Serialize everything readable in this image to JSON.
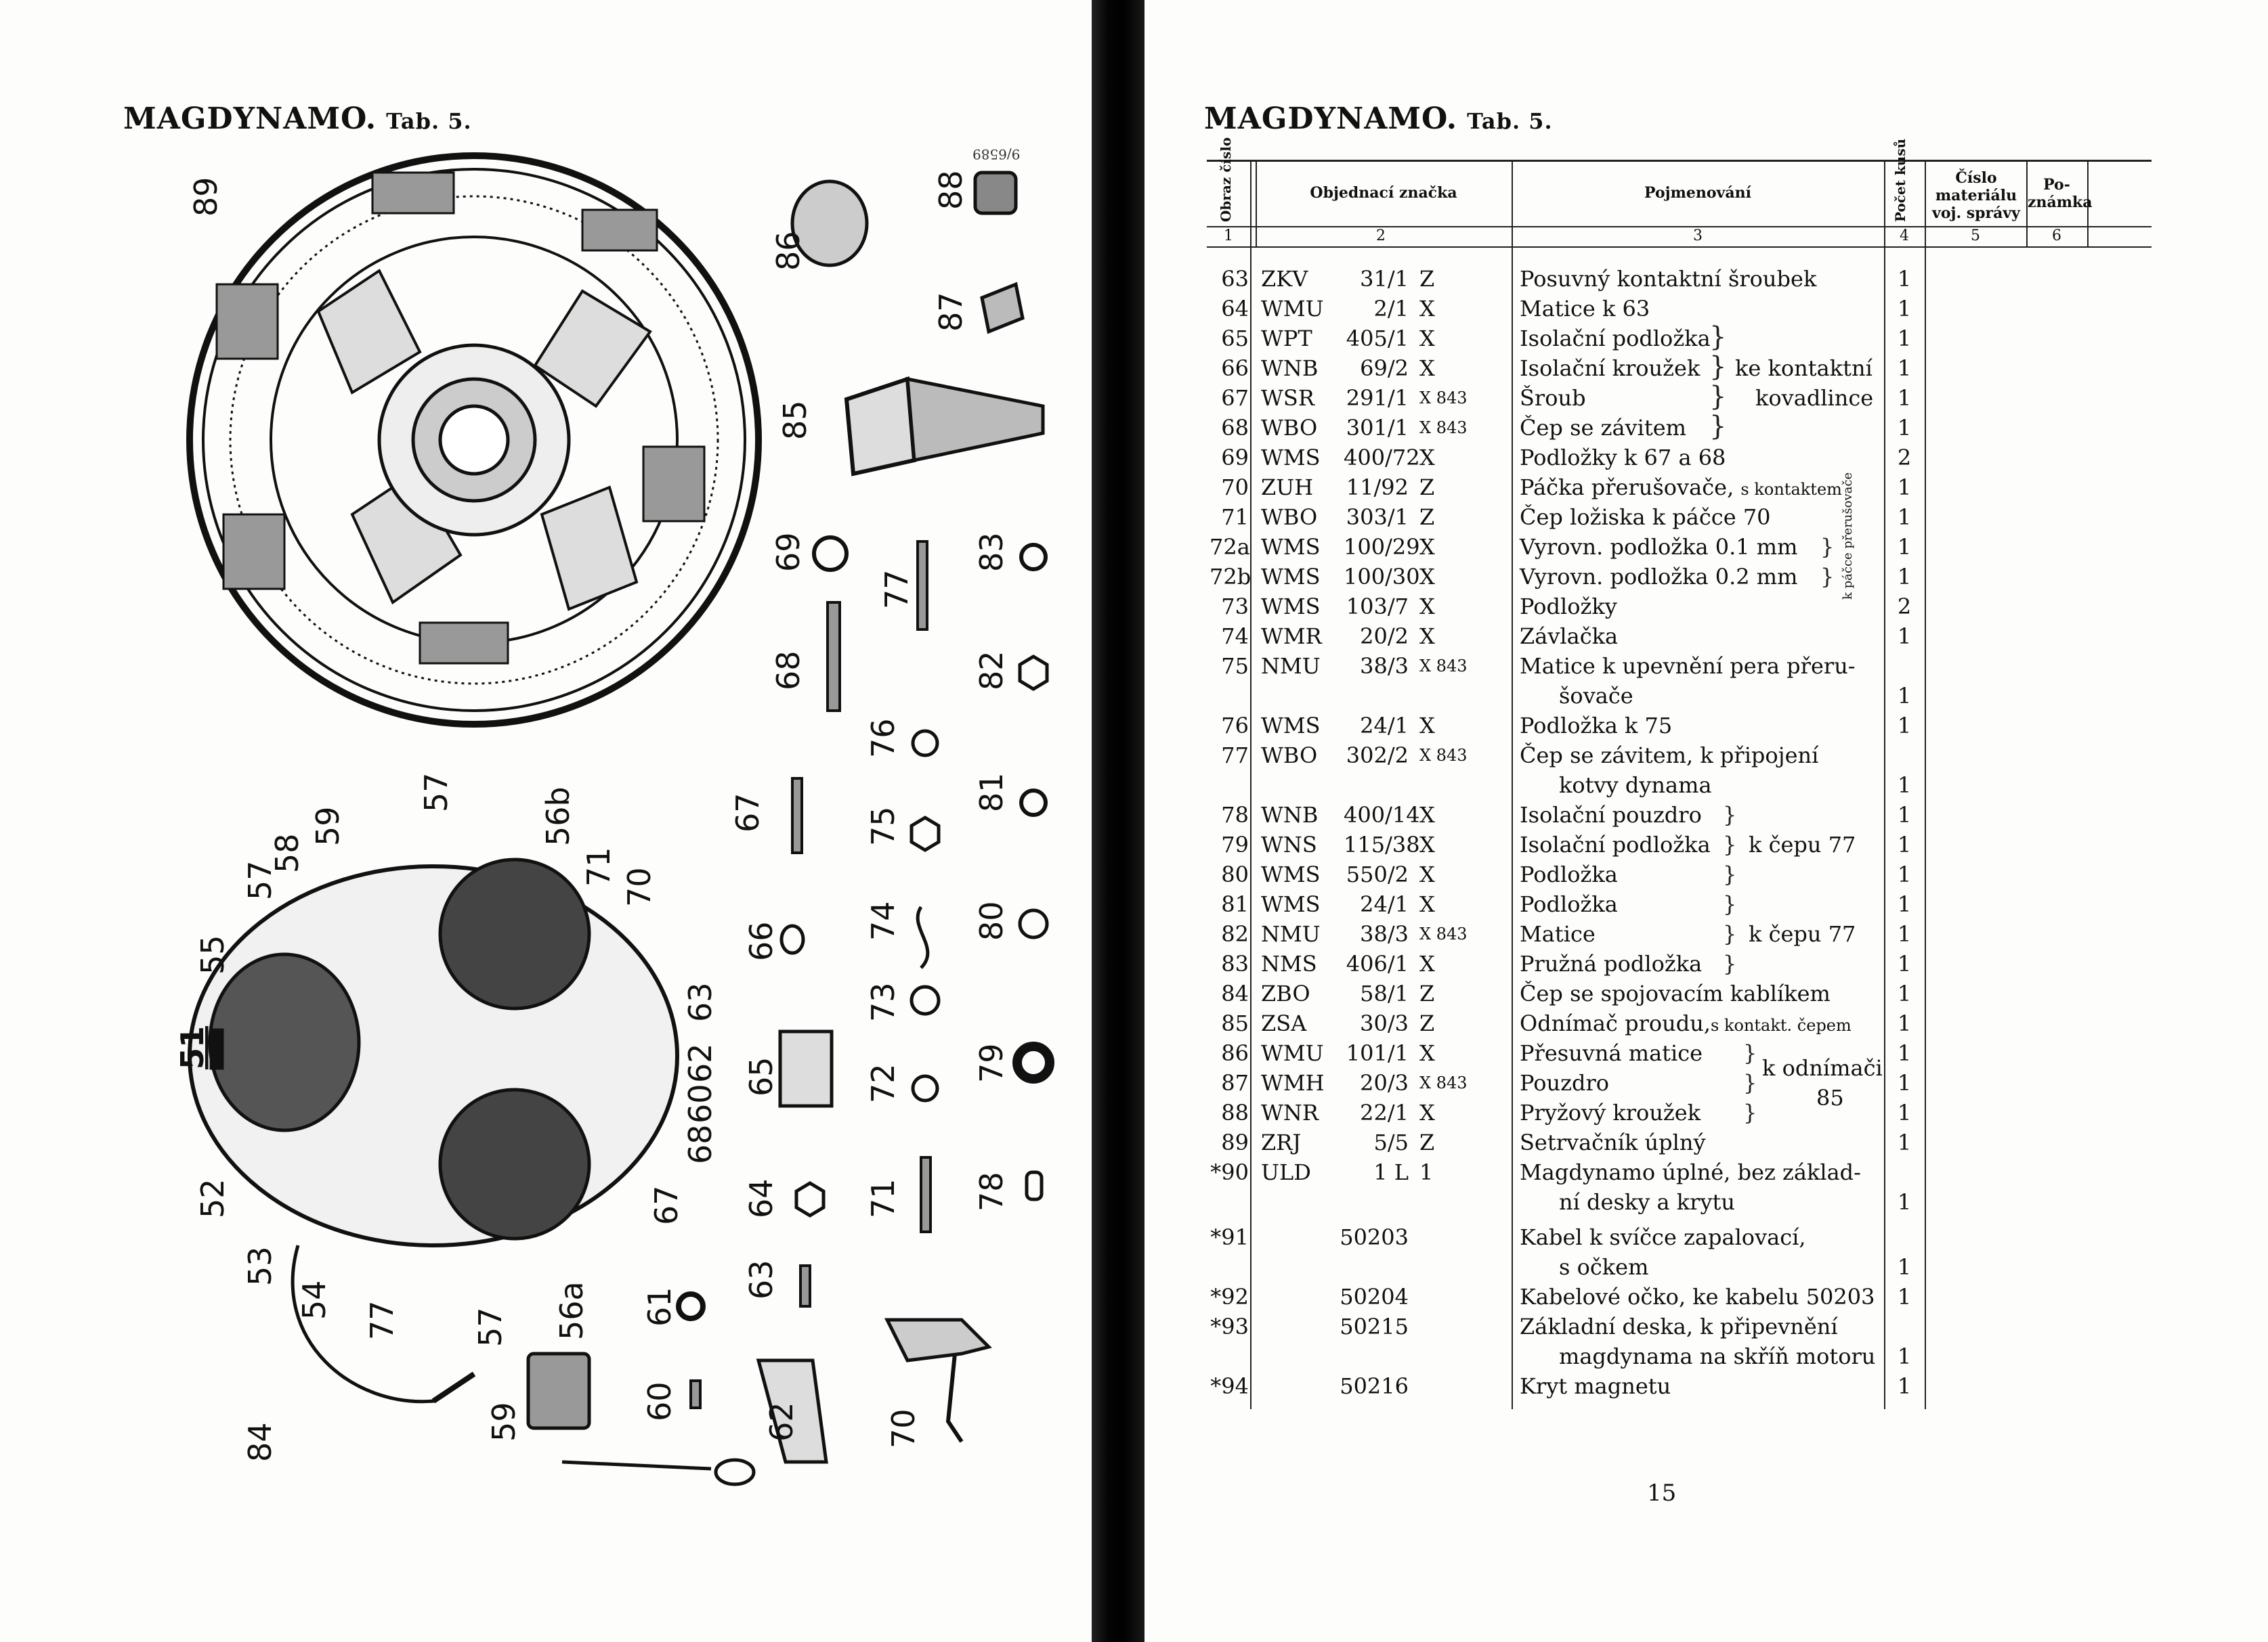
{
  "left": {
    "heading": "MAGDYNAMO.",
    "tab": "Tab. 5.",
    "code": "9/6589",
    "labels": [
      "89",
      "86",
      "88",
      "87",
      "85",
      "69",
      "77",
      "83",
      "68",
      "82",
      "76",
      "81",
      "67",
      "75",
      "80",
      "66",
      "74",
      "65",
      "73",
      "79",
      "72",
      "64",
      "71",
      "78",
      "63",
      "61",
      "60",
      "62",
      "70",
      "59",
      "84",
      "51",
      "55",
      "57",
      "58",
      "59",
      "57",
      "56b",
      "71",
      "70",
      "63",
      "62",
      "60",
      "68",
      "67",
      "56a",
      "57",
      "77",
      "54",
      "53",
      "52"
    ]
  },
  "right": {
    "heading": "MAGDYNAMO.",
    "tab": "Tab. 5.",
    "headers": {
      "obraz": "Obraz číslo",
      "objednaci": "Objednací značka",
      "pojmenovani": "Pojmenování",
      "pocet": "Počet kusů",
      "cislo": "Číslo materiálu voj. správy",
      "poznamka": "Po- známka"
    },
    "col_numbers": [
      "1",
      "2",
      "3",
      "4",
      "5",
      "6"
    ],
    "rows": [
      {
        "n": "63",
        "pre": "ZKV",
        "val": "31/1",
        "suf": "Z",
        "name": "Posuvný kontaktní šroubek",
        "count": "1"
      },
      {
        "n": "64",
        "pre": "WMU",
        "val": "2/1",
        "suf": "X",
        "name": "Matice k 63",
        "count": "1"
      },
      {
        "n": "65",
        "pre": "WPT",
        "val": "405/1",
        "suf": "X",
        "name": "Isolační podložka",
        "count": "1"
      },
      {
        "n": "66",
        "pre": "WNB",
        "val": "69/2",
        "suf": "X",
        "name": "Isolační kroužek",
        "count": "1"
      },
      {
        "n": "67",
        "pre": "WSR",
        "val": "291/1",
        "suf": "X 843",
        "name": "Šroub",
        "count": "1"
      },
      {
        "n": "68",
        "pre": "WBO",
        "val": "301/1",
        "suf": "X 843",
        "name": "Čep se závitem",
        "count": "1"
      },
      {
        "n": "69",
        "pre": "WMS",
        "val": "400/72",
        "suf": "X",
        "name": "Podložky k 67 a 68",
        "count": "2"
      },
      {
        "n": "70",
        "pre": "ZUH",
        "val": "11/92",
        "suf": "Z",
        "name": "Páčka přerušovače,",
        "name_small": "s kontaktem",
        "count": "1"
      },
      {
        "n": "71",
        "pre": "WBO",
        "val": "303/1",
        "suf": "Z",
        "name": "Čep ložiska k páčce 70",
        "count": "1"
      },
      {
        "n": "72a",
        "pre": "WMS",
        "val": "100/29",
        "suf": "X",
        "name": "Vyrovn. podložka 0.1 mm",
        "count": "1"
      },
      {
        "n": "72b",
        "pre": "WMS",
        "val": "100/30",
        "suf": "X",
        "name": "Vyrovn. podložka 0.2 mm",
        "count": "1"
      },
      {
        "n": "73",
        "pre": "WMS",
        "val": "103/7",
        "suf": "X",
        "name": "Podložky",
        "count": "2"
      },
      {
        "n": "74",
        "pre": "WMR",
        "val": "20/2",
        "suf": "X",
        "name": "Závlačka",
        "count": "1"
      },
      {
        "n": "75",
        "pre": "NMU",
        "val": "38/3",
        "suf": "X 843",
        "name": "Matice k upevnění pera přeru-",
        "name2": "šovače",
        "count": "1"
      },
      {
        "n": "76",
        "pre": "WMS",
        "val": "24/1",
        "suf": "X",
        "name": "Podložka k 75",
        "count": "1"
      },
      {
        "n": "77",
        "pre": "WBO",
        "val": "302/2",
        "suf": "X 843",
        "name": "Čep se závitem, k připojení",
        "name2": "kotvy dynama",
        "count": "1"
      },
      {
        "n": "78",
        "pre": "WNB",
        "val": "400/14",
        "suf": "X",
        "name": "Isolační pouzdro",
        "count": "1"
      },
      {
        "n": "79",
        "pre": "WNS",
        "val": "115/38",
        "suf": "X",
        "name": "Isolační podložka",
        "count": "1"
      },
      {
        "n": "80",
        "pre": "WMS",
        "val": "550/2",
        "suf": "X",
        "name": "Podložka",
        "count": "1"
      },
      {
        "n": "81",
        "pre": "WMS",
        "val": "24/1",
        "suf": "X",
        "name": "Podložka",
        "count": "1"
      },
      {
        "n": "82",
        "pre": "NMU",
        "val": "38/3",
        "suf": "X 843",
        "name": "Matice",
        "count": "1"
      },
      {
        "n": "83",
        "pre": "NMS",
        "val": "406/1",
        "suf": "X",
        "name": "Pružná podložka",
        "count": "1"
      },
      {
        "n": "84",
        "pre": "ZBO",
        "val": "58/1",
        "suf": "Z",
        "name": "Čep se spojovacím kablíkem",
        "count": "1"
      },
      {
        "n": "85",
        "pre": "ZSA",
        "val": "30/3",
        "suf": "Z",
        "name": "Odnímač proudu,",
        "name_small": "s kontakt. čepem",
        "count": "1"
      },
      {
        "n": "86",
        "pre": "WMU",
        "val": "101/1",
        "suf": "X",
        "name": "Přesuvná matice",
        "count": "1"
      },
      {
        "n": "87",
        "pre": "WMH",
        "val": "20/3",
        "suf": "X 843",
        "name": "Pouzdro",
        "count": "1"
      },
      {
        "n": "88",
        "pre": "WNR",
        "val": "22/1",
        "suf": "X",
        "name": "Pryžový kroužek",
        "count": "1"
      },
      {
        "n": "89",
        "pre": "ZRJ",
        "val": "5/5",
        "suf": "Z",
        "name": "Setrvačník úplný",
        "count": "1"
      },
      {
        "n": "*90",
        "pre": "ULD",
        "val": "1 L",
        "suf": "1",
        "name": "Magdynamo úplné, bez základ-",
        "name2": "ní desky a krytu",
        "count": "1"
      },
      {
        "n": "*91",
        "pre": "",
        "val": "50203",
        "suf": "",
        "name": "Kabel k svíčce zapalovací,",
        "name2": "s očkem",
        "count": "1"
      },
      {
        "n": "*92",
        "pre": "",
        "val": "50204",
        "suf": "",
        "name": "Kabelové očko, ke kabelu 50203",
        "count": "1"
      },
      {
        "n": "*93",
        "pre": "",
        "val": "50215",
        "suf": "",
        "name": "Základní deska, k připevnění",
        "name2": "magdynama na skříň motoru",
        "count": "1"
      },
      {
        "n": "*94",
        "pre": "",
        "val": "50216",
        "suf": "",
        "name": "Kryt magnetu",
        "count": "1"
      }
    ],
    "groups": {
      "kontaktni": [
        "ke kontaktní",
        "kovadlince"
      ],
      "pacce": "k páčce přerušovače",
      "cepu1": "k čepu 77",
      "cepu2": "k čepu 77",
      "odnimaci": [
        "k odnímači",
        "85"
      ]
    },
    "page_number": "15"
  }
}
